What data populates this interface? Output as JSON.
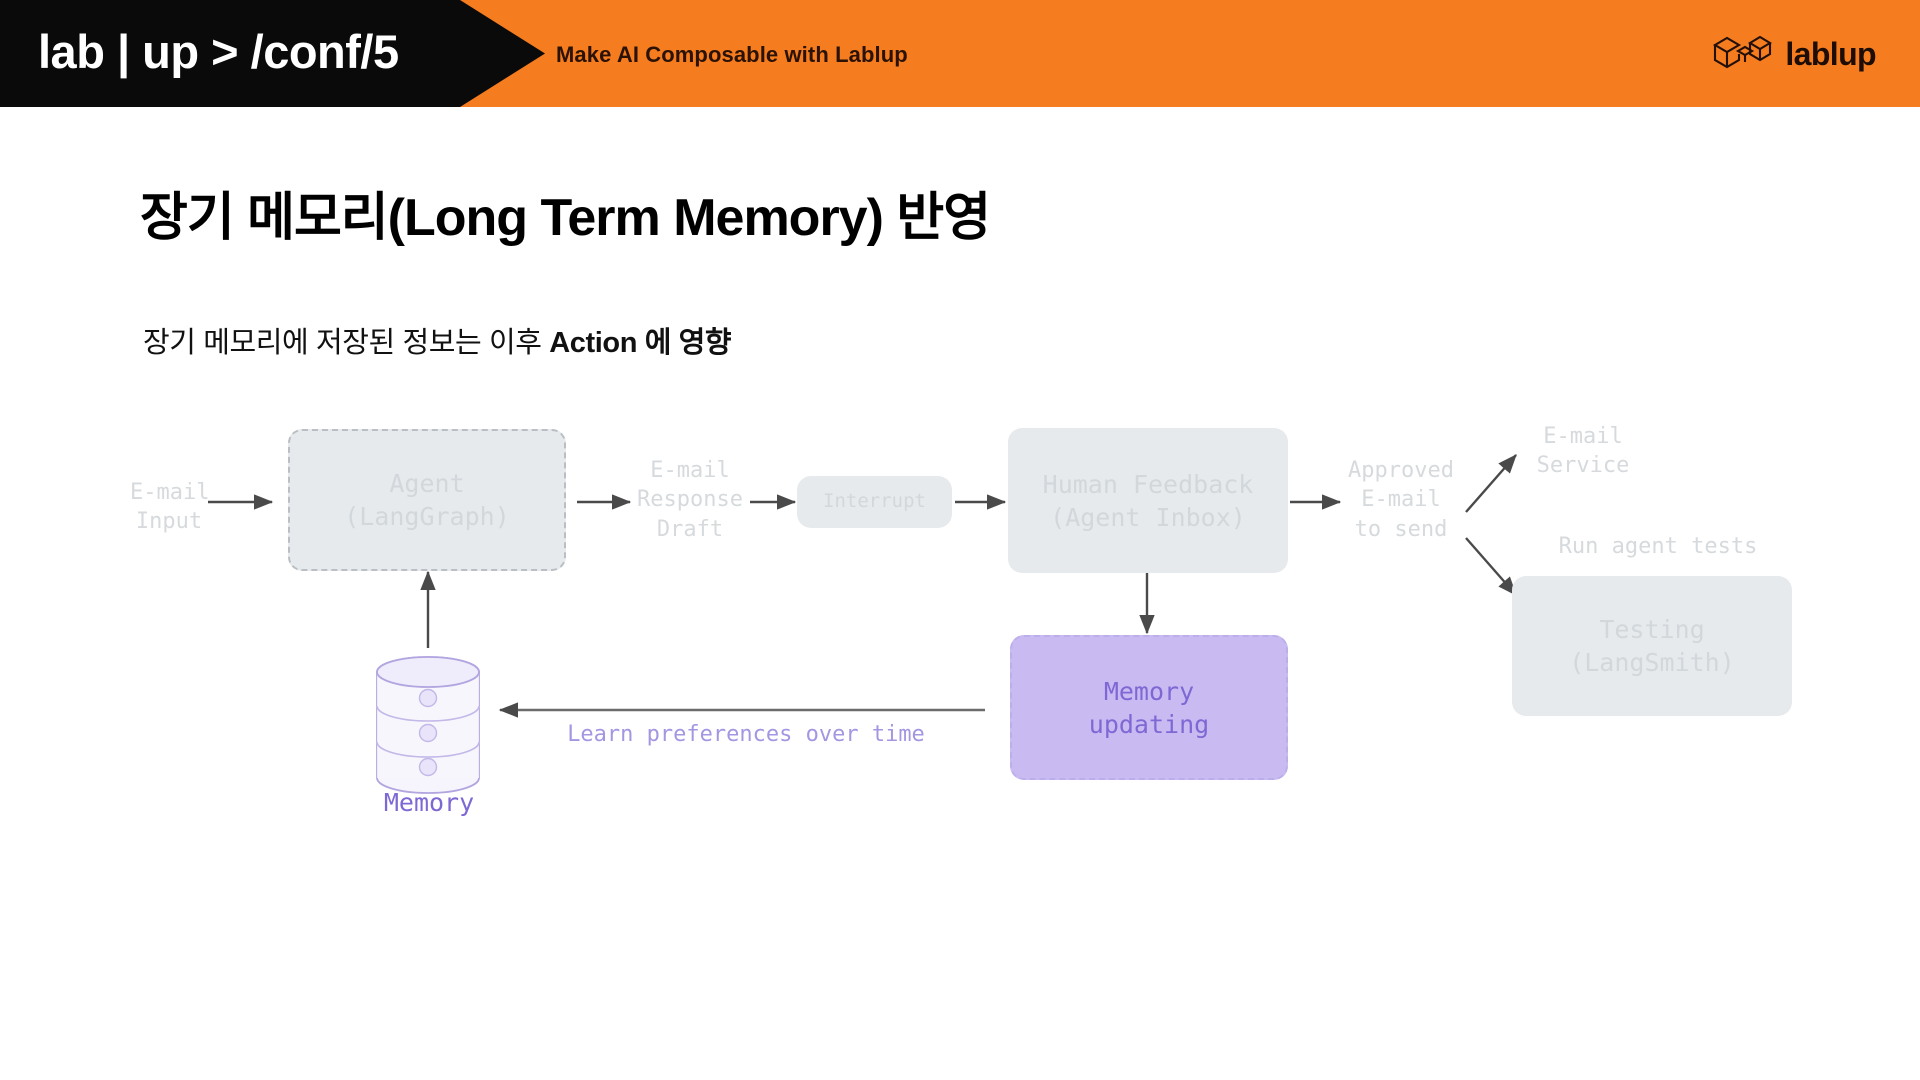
{
  "header": {
    "conf_logo": "lab | up > /conf/5",
    "tagline": "Make AI Composable with Lablup",
    "brand_name": "lablup",
    "brand_mark_icon": "lablup-cube-icon",
    "colors": {
      "orange": "#F57C1F",
      "black": "#0a0a0a",
      "tagline_text": "#2b1206"
    }
  },
  "slide": {
    "title": "장기 메모리(Long Term Memory) 반영",
    "subtitle_plain": "장기 메모리에 저장된 정보는 이후 ",
    "subtitle_emphasis": "Action 에 영향"
  },
  "diagram": {
    "type": "flowchart",
    "colors": {
      "node_fill_grey": "#e7eaec",
      "node_text_grey": "#d2d7db",
      "node_fill_purple": "#c9bbf2",
      "node_text_purple": "#7e68d4",
      "edge_label_purple": "#a596e2",
      "arrow": "#4a4a4a",
      "memory_cylinder_fill": "#efecfb",
      "memory_cylinder_stroke": "#b3a6e0"
    },
    "nodes": [
      {
        "id": "email-input",
        "label": "E-mail\nInput",
        "kind": "text-label"
      },
      {
        "id": "agent",
        "label": "Agent\n(LangGraph)",
        "kind": "box-dashed-grey"
      },
      {
        "id": "email-draft",
        "label": "E-mail\nResponse\nDraft",
        "kind": "text-label"
      },
      {
        "id": "interrupt",
        "label": "Interrupt",
        "kind": "box-grey-small"
      },
      {
        "id": "human-feedback",
        "label": "Human Feedback\n(Agent Inbox)",
        "kind": "box-grey"
      },
      {
        "id": "approved-email",
        "label": "Approved\nE-mail\nto send",
        "kind": "text-label"
      },
      {
        "id": "email-service",
        "label": "E-mail\nService",
        "kind": "text-label"
      },
      {
        "id": "run-agent-tests",
        "label": "Run agent tests",
        "kind": "text-label"
      },
      {
        "id": "testing",
        "label": "Testing\n(LangSmith)",
        "kind": "box-grey"
      },
      {
        "id": "memory-updating",
        "label": "Memory\nupdating",
        "kind": "box-purple"
      },
      {
        "id": "memory-store",
        "label": "Memory",
        "kind": "cylinder"
      }
    ],
    "edges": [
      {
        "from": "email-input",
        "to": "agent",
        "label": ""
      },
      {
        "from": "agent",
        "to": "email-draft",
        "label": ""
      },
      {
        "from": "email-draft",
        "to": "interrupt",
        "label": ""
      },
      {
        "from": "interrupt",
        "to": "human-feedback",
        "label": ""
      },
      {
        "from": "human-feedback",
        "to": "approved-email",
        "label": ""
      },
      {
        "from": "approved-email",
        "to": "email-service",
        "label": ""
      },
      {
        "from": "approved-email",
        "to": "testing",
        "label": ""
      },
      {
        "from": "human-feedback",
        "to": "memory-updating",
        "label": ""
      },
      {
        "from": "memory-updating",
        "to": "memory-store",
        "label": "Learn preferences over time"
      },
      {
        "from": "memory-store",
        "to": "agent",
        "label": ""
      }
    ],
    "edge_labels": {
      "learn_preferences": "Learn preferences over time"
    },
    "node_text": {
      "email_input": "E-mail\nInput",
      "agent": "Agent\n(LangGraph)",
      "email_draft": "E-mail\nResponse\nDraft",
      "interrupt": "Interrupt",
      "human_feedback": "Human Feedback\n(Agent Inbox)",
      "approved_email": "Approved\nE-mail\nto send",
      "email_service": "E-mail\nService",
      "run_agent_tests": "Run agent tests",
      "testing": "Testing\n(LangSmith)",
      "memory_updating": "Memory\nupdating",
      "memory_store": "Memory"
    }
  }
}
